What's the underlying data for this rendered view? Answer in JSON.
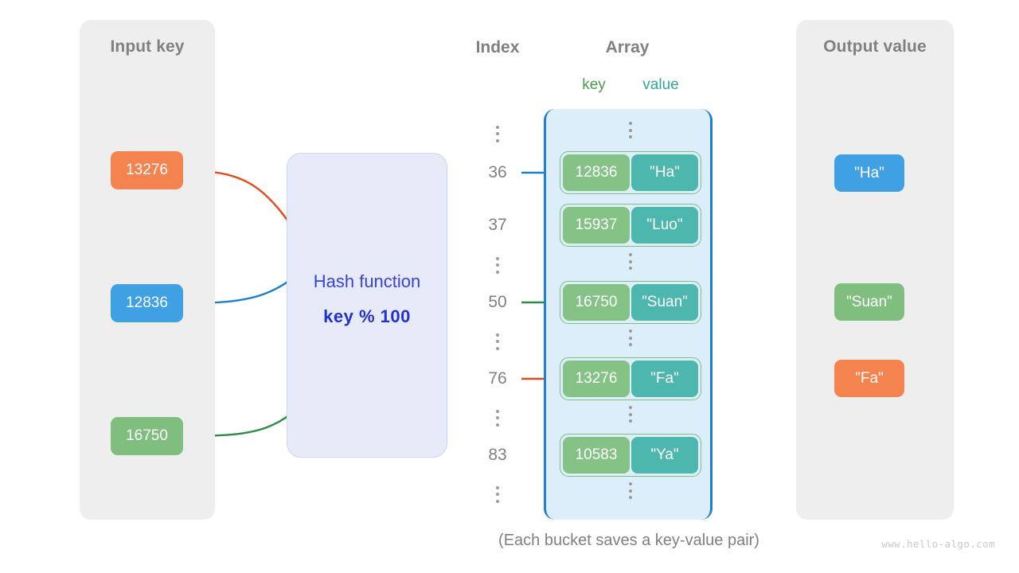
{
  "input_panel": {
    "title": "Input key",
    "keys": [
      {
        "label": "13276",
        "color": "#f5834f"
      },
      {
        "label": "12836",
        "color": "#3fa0e4"
      },
      {
        "label": "16750",
        "color": "#7fbe7f"
      }
    ]
  },
  "hash_box": {
    "label": "Hash function",
    "formula": "key % 100",
    "fill": "#e7ebf9",
    "text_color": "#2230cf"
  },
  "columns": {
    "index_header": "Index",
    "array_header": "Array",
    "key_header": "key",
    "value_header": "value",
    "key_color": "#4a9b4c",
    "value_color": "#37a49d"
  },
  "index_column": [
    {
      "type": "dots"
    },
    {
      "type": "num",
      "label": "36"
    },
    {
      "type": "num",
      "label": "37"
    },
    {
      "type": "dots"
    },
    {
      "type": "num",
      "label": "50"
    },
    {
      "type": "dots"
    },
    {
      "type": "num",
      "label": "76"
    },
    {
      "type": "dots"
    },
    {
      "type": "num",
      "label": "83"
    },
    {
      "type": "dots"
    }
  ],
  "array": {
    "fill": "#ddeefb",
    "bracket_color": "#1f7fd0",
    "buckets": [
      {
        "index": "36",
        "key": "12836",
        "value": "\"Ha\""
      },
      {
        "index": "37",
        "key": "15937",
        "value": "\"Luo\""
      },
      {
        "index": "50",
        "key": "16750",
        "value": "\"Suan\""
      },
      {
        "index": "76",
        "key": "13276",
        "value": "\"Fa\""
      },
      {
        "index": "83",
        "key": "10583",
        "value": "\"Ya\""
      }
    ]
  },
  "output_panel": {
    "title": "Output value",
    "values": [
      {
        "label": "\"Ha\"",
        "color": "#3fa0e4"
      },
      {
        "label": "\"Suan\"",
        "color": "#7fbe7f"
      },
      {
        "label": "\"Fa\"",
        "color": "#f5834f"
      }
    ]
  },
  "mappings": [
    {
      "key": "13276",
      "index": "76",
      "value": "\"Fa\"",
      "color": "#e8491c"
    },
    {
      "key": "12836",
      "index": "36",
      "value": "\"Ha\"",
      "color": "#1b80cd"
    },
    {
      "key": "16750",
      "index": "50",
      "value": "\"Suan\"",
      "color": "#2e8b45"
    }
  ],
  "caption": "(Each bucket saves a key-value pair)",
  "watermark": "www.hello-algo.com"
}
